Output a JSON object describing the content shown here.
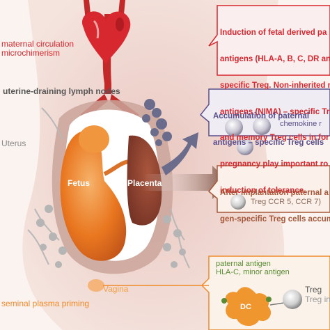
{
  "labels": {
    "maternal_circulation": "maternal circulation",
    "microchimerism": "microchimerism",
    "uterine_lymph_nodes": "uterine-draining lymph nodes",
    "uterus": "Uterus",
    "fetus": "Fetus",
    "placenta": "Placenta",
    "vagina": "Vagina",
    "seminal_plasma": "seminal plasma  priming"
  },
  "boxes": {
    "induction_lines": [
      "Induction of fetal derived pa",
      "antigens (HLA-A, B, C, DR and",
      "specific Treg. Non-inherited m",
      "antigens (NIMA) – specific Tre",
      "and memory Treg cells in for",
      "pregnancy play important ro",
      "induction of tolerance."
    ],
    "accumulation_lines": [
      "Accumulation of paternal",
      "antigens – specific Treg cells"
    ],
    "chemokine": "chemokine r",
    "implantation_lines": [
      "After implantation paternal a",
      "gen-specific Treg cells accum"
    ],
    "treg_ccr": "Treg CCR 5, CCR 7)",
    "paternal_antigen": "paternal antigen",
    "hla_minor": "HLA-C, minor antigen",
    "dc": "DC",
    "treg": "Treg",
    "treg_in": "Treg in"
  },
  "colors": {
    "background": "#fbf3ef",
    "red": "#d7272f",
    "purple": "#5b4e8a",
    "orange": "#f08a2a",
    "green": "#5a8c35",
    "gray": "#8e8e8e"
  }
}
